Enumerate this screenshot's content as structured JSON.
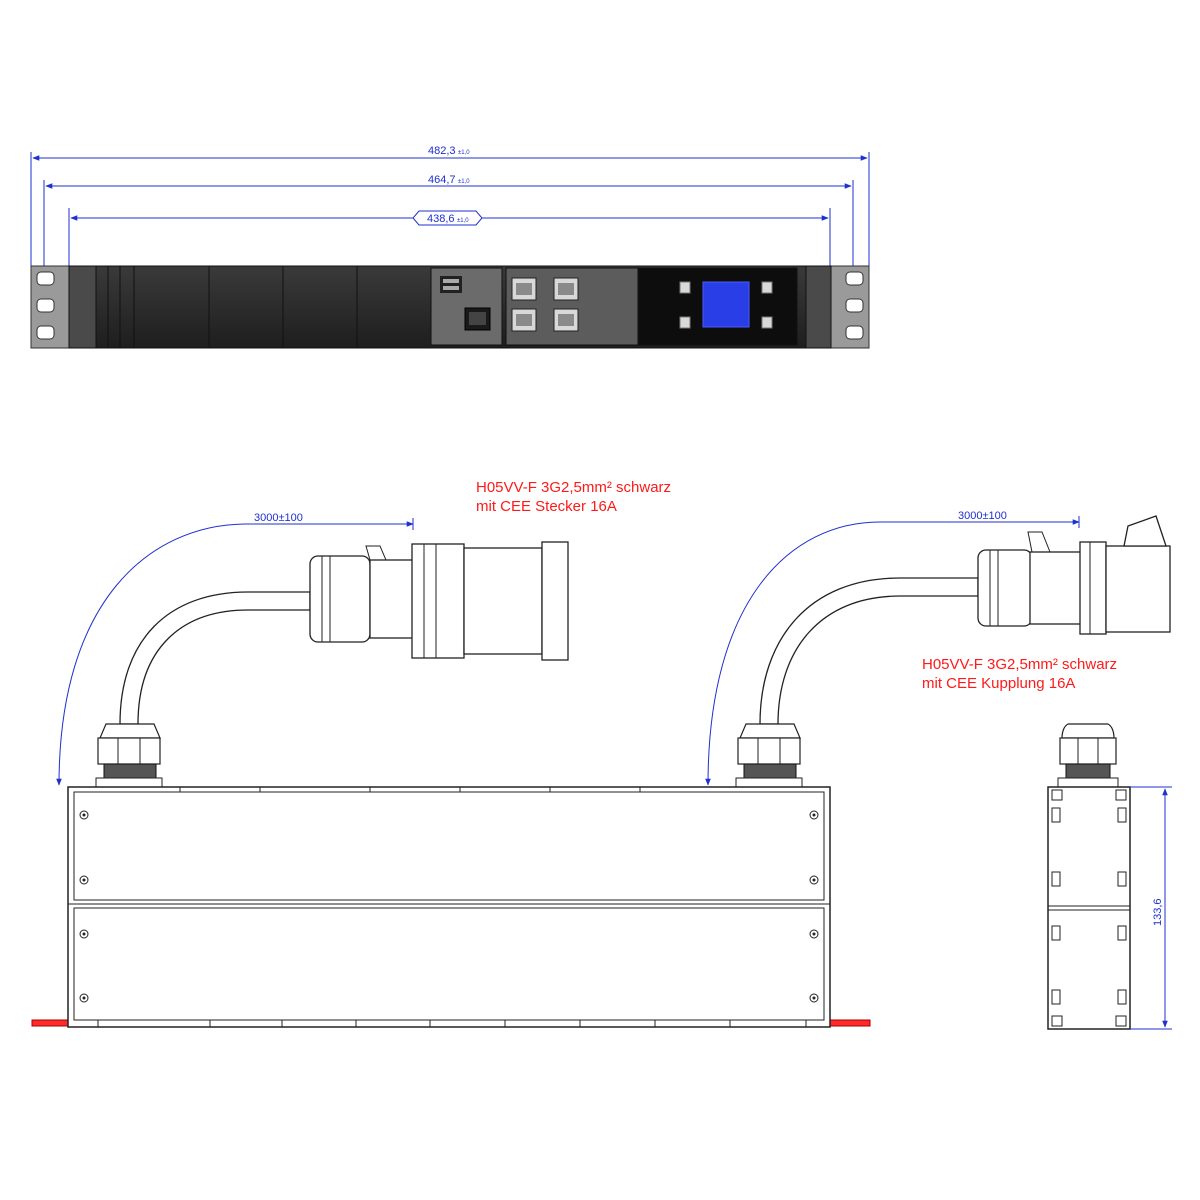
{
  "dimensions": {
    "overall_width": {
      "value": "482,3",
      "tolerance": "±1,0"
    },
    "mounting_width": {
      "value": "464,7",
      "tolerance": "±1,0"
    },
    "body_width": {
      "value": "438,6",
      "tolerance": "±1,0"
    },
    "cable_length_left": "3000±100",
    "cable_length_right": "3000±100",
    "side_height": "133,6"
  },
  "notes": {
    "plug": {
      "line1": "H05VV-F 3G2,5mm² schwarz",
      "line2": "mit CEE Stecker 16A"
    },
    "coupling": {
      "line1": "H05VV-F 3G2,5mm² schwarz",
      "line2": "mit CEE Kupplung 16A"
    }
  },
  "colors": {
    "dimension": "#1f2fd0",
    "note": "#ff1a1a",
    "display": "#2a3ee8",
    "panel_dark": "#2b2b2b",
    "bracket": "#8a8a8a",
    "mount_tab": "#ff2a2a"
  }
}
